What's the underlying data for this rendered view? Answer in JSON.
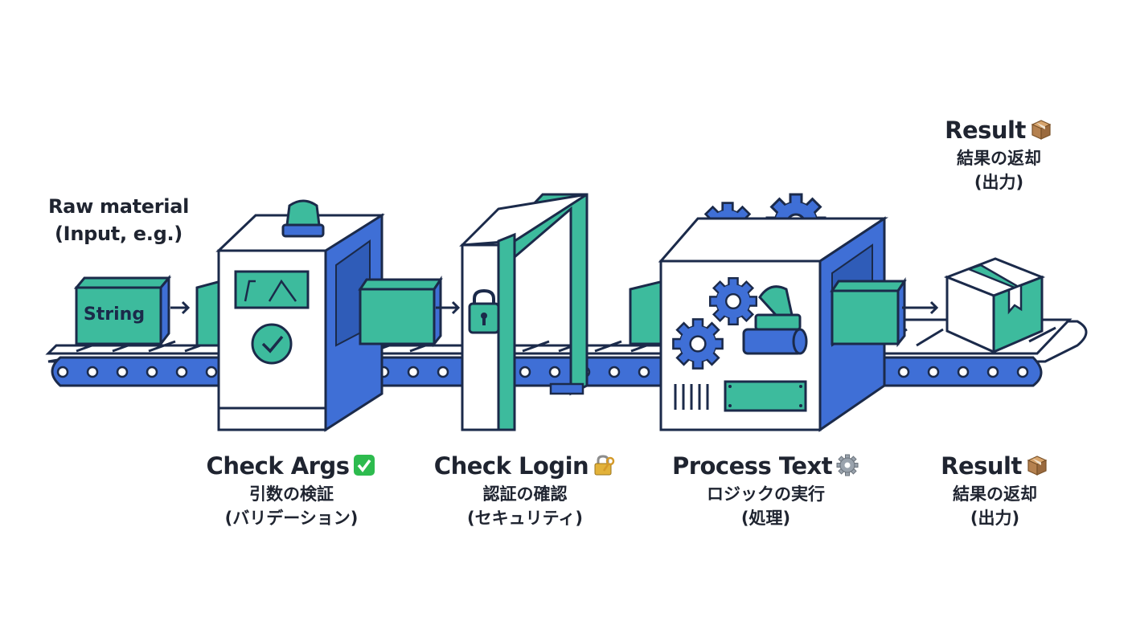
{
  "input_label": {
    "title": "Raw material",
    "subtitle": "(Input, e.g.)"
  },
  "input_box_text": "String",
  "top_result": {
    "title": "Result",
    "sub1": "結果の返却",
    "sub2": "(出力)",
    "icon": "package-icon"
  },
  "stages": [
    {
      "title": "Check Args",
      "sub1": "引数の検証",
      "sub2": "(バリデーション)",
      "icon": "check-mark-icon"
    },
    {
      "title": "Check Login",
      "sub1": "認証の確認",
      "sub2": "(セキュリティ)",
      "icon": "lock-key-icon"
    },
    {
      "title": "Process Text",
      "sub1": "ロジックの実行",
      "sub2": "(処理)",
      "icon": "gear-icon"
    },
    {
      "title": "Result",
      "sub1": "結果の返却",
      "sub2": "(出力)",
      "icon": "package-icon"
    }
  ],
  "colors": {
    "blue": "#3f6fd6",
    "teal": "#3dbb9d",
    "outline": "#1b2a4a",
    "check_green": "#2dbb4e",
    "box_brown": "#b5814f"
  }
}
